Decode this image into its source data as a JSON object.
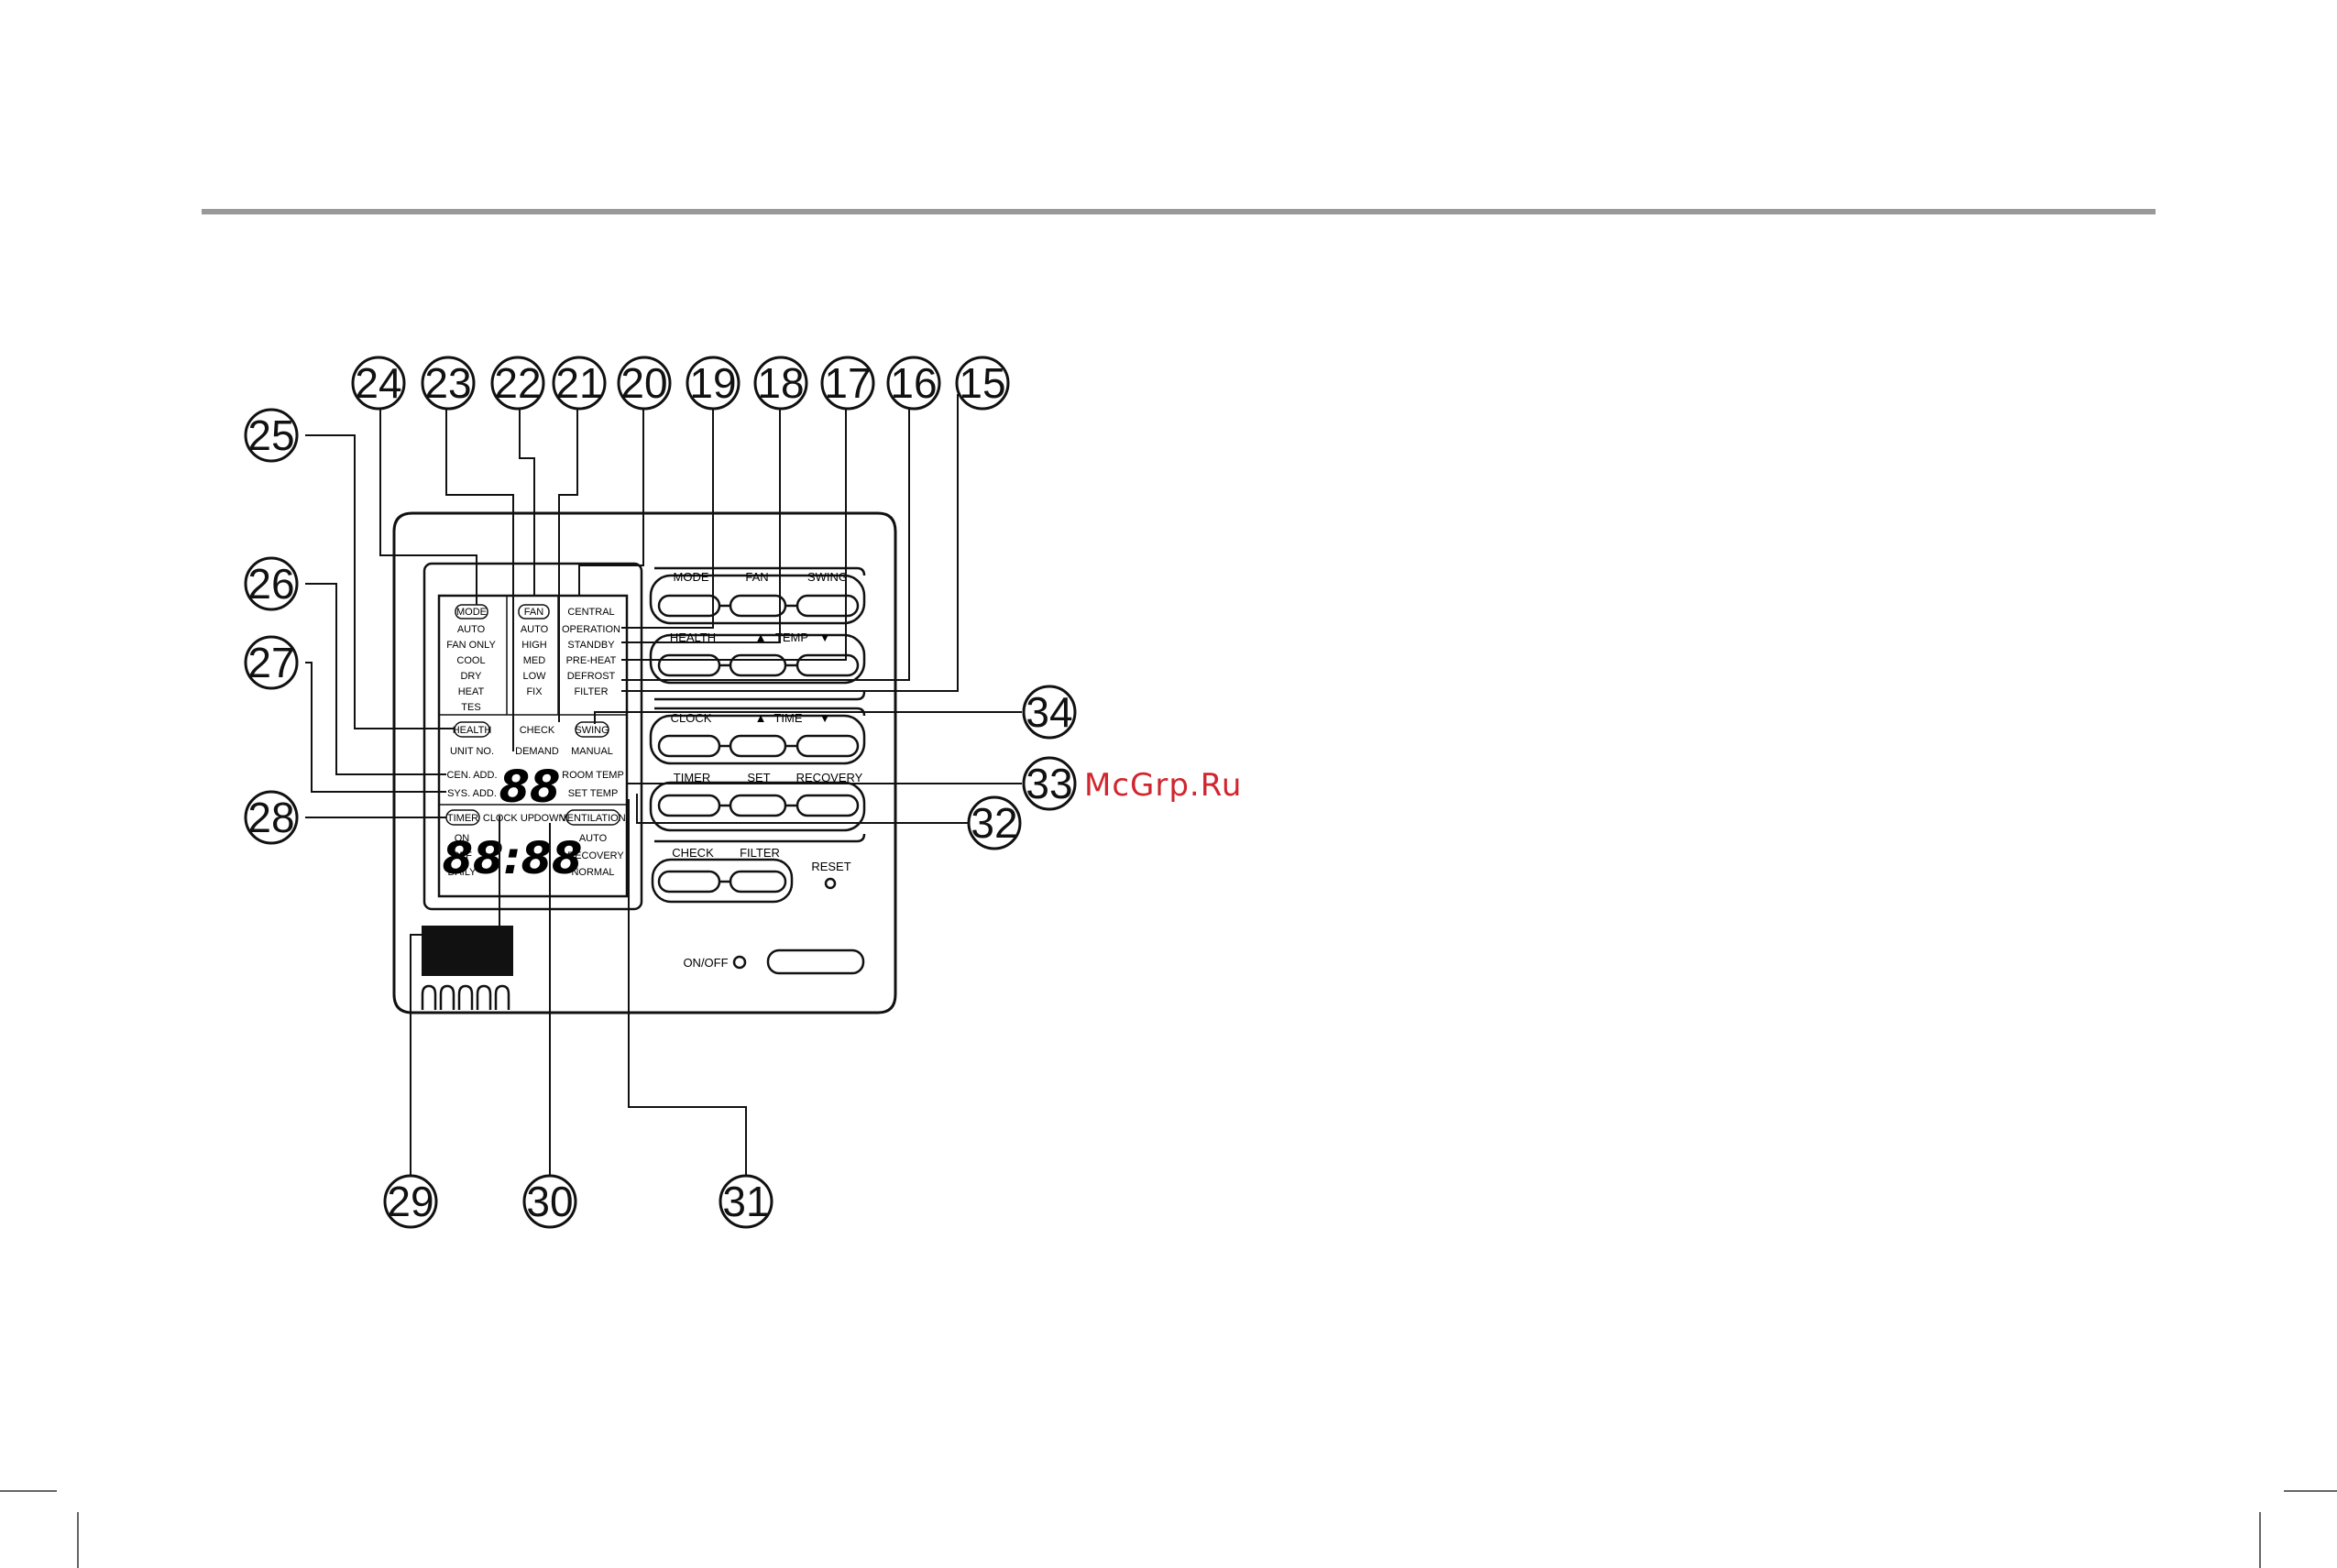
{
  "watermark": "McGrp.Ru",
  "lcd": {
    "mode": {
      "heading": "MODE",
      "items": [
        "AUTO",
        "FAN ONLY",
        "COOL",
        "DRY",
        "HEAT",
        "TES"
      ]
    },
    "fan": {
      "heading": "FAN",
      "items": [
        "AUTO",
        "HIGH",
        "MED",
        "LOW",
        "FIX"
      ]
    },
    "status": [
      "CENTRAL",
      "OPERATION",
      "STANDBY",
      "PRE-HEAT",
      "DEFROST",
      "FILTER"
    ],
    "health": "HEALTH",
    "check": "CHECK",
    "swing": "SWING",
    "unit_no": "UNIT NO.",
    "demand": "DEMAND",
    "manual": "MANUAL",
    "cen_add": "CEN. ADD.",
    "sys_add": "SYS. ADD.",
    "room_temp": "ROOM TEMP",
    "set_temp": "SET TEMP",
    "digits_small": "88",
    "timer": "TIMER",
    "clock_up": "CLOCK UP",
    "down": "DOWN",
    "ventilation": "VENTILATION",
    "timer_items": [
      "ON",
      "OFF",
      "DAILY"
    ],
    "vent_items": [
      "AUTO",
      "RECOVERY",
      "NORMAL"
    ],
    "digits_clock": "88:88"
  },
  "buttons": {
    "row1": [
      "MODE",
      "FAN",
      "SWING"
    ],
    "health": "HEALTH",
    "temp": "TEMP",
    "clock": "CLOCK",
    "time": "TIME",
    "timer": "TIMER",
    "set": "SET",
    "recovery": "RECOVERY",
    "check": "CHECK",
    "filter": "FILTER",
    "reset": "RESET",
    "onoff": "ON/OFF",
    "up_arrow": "▲",
    "down_arrow": "▼"
  },
  "callouts": [
    "15",
    "16",
    "17",
    "18",
    "19",
    "20",
    "21",
    "22",
    "23",
    "24",
    "25",
    "26",
    "27",
    "28",
    "29",
    "30",
    "31",
    "32",
    "33",
    "34"
  ]
}
